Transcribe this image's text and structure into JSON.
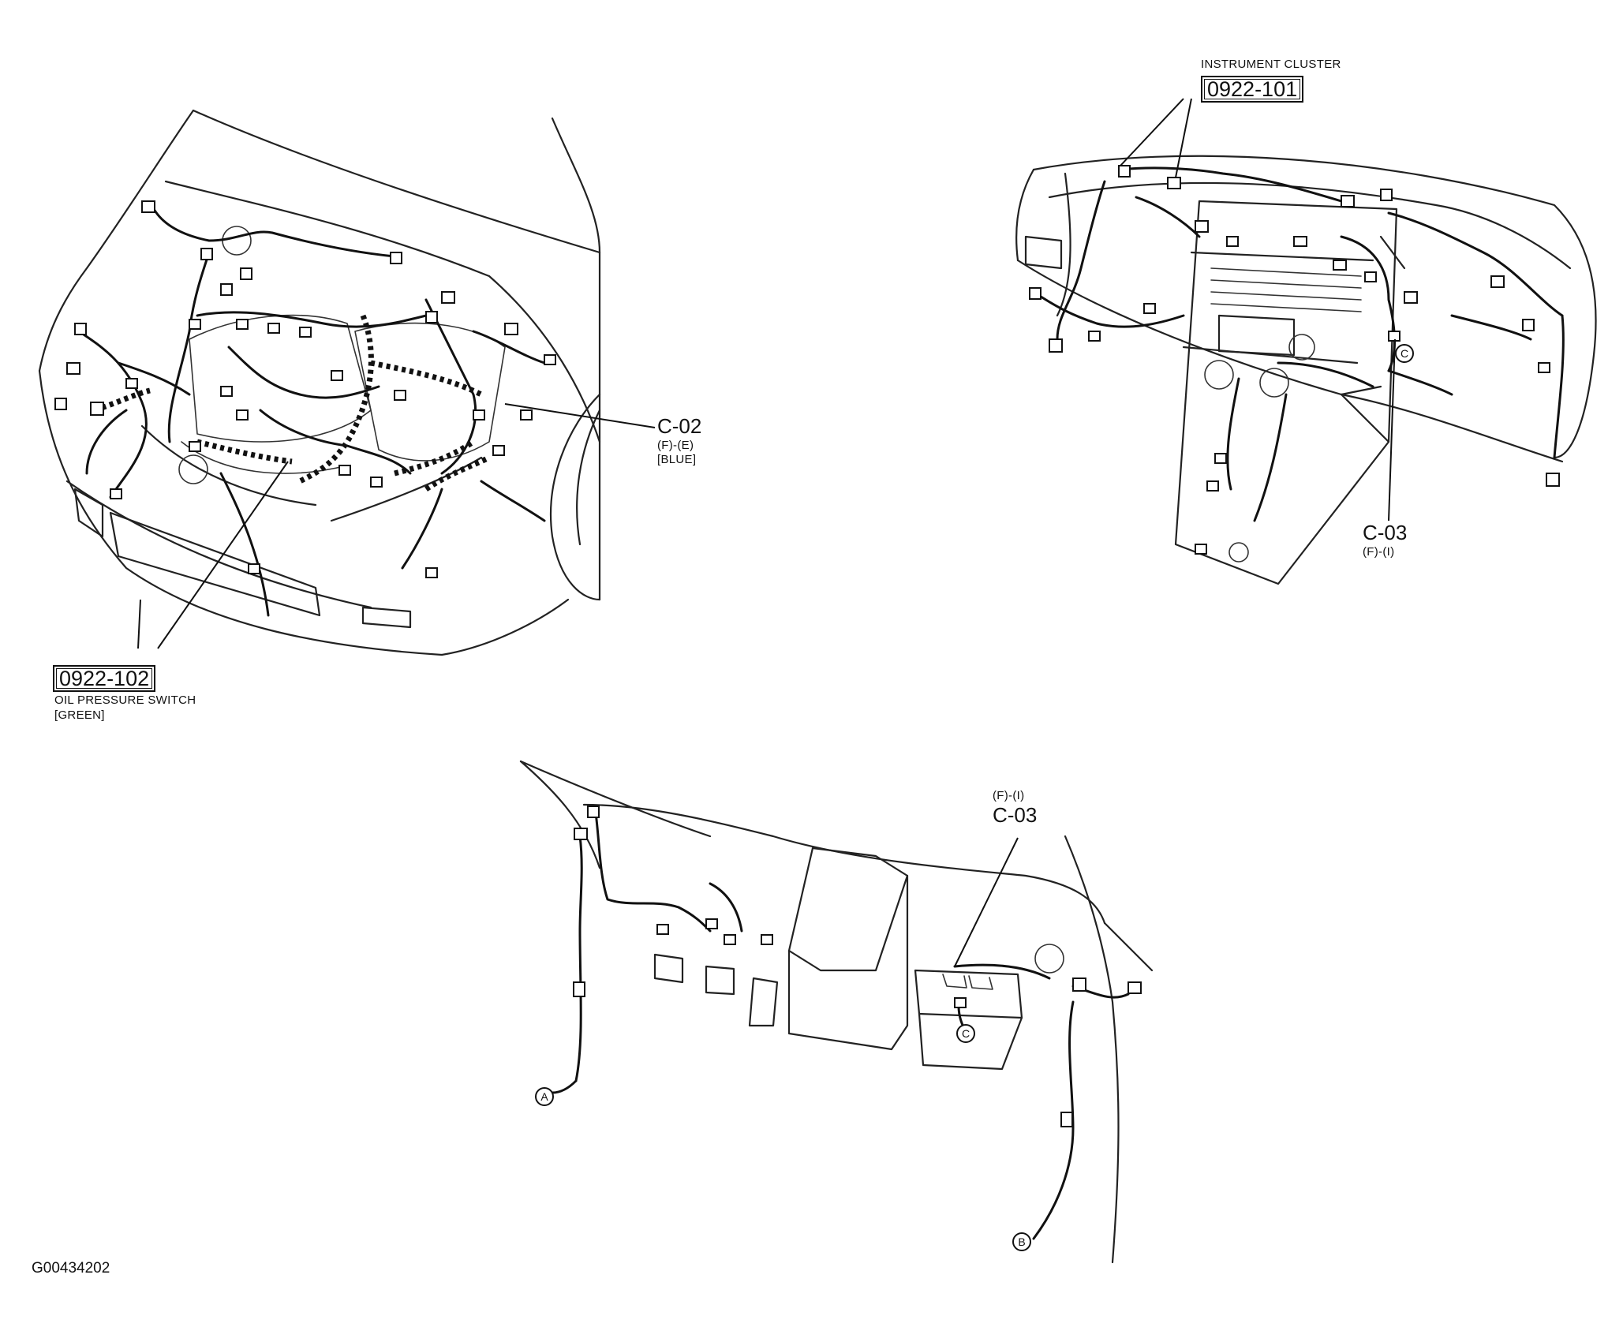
{
  "callouts": {
    "instrument_cluster": {
      "title": "INSTRUMENT CLUSTER",
      "code": "0922-101"
    },
    "oil_pressure_switch": {
      "code": "0922-102",
      "title": "OIL PRESSURE SWITCH",
      "color": "[GREEN]"
    },
    "c02": {
      "id": "C-02",
      "grid": "(F)-(E)",
      "color": "[BLUE]"
    },
    "c03_dash": {
      "id": "C-03",
      "grid": "(F)-(I)"
    },
    "c03_lower": {
      "grid": "(F)-(I)",
      "id": "C-03"
    }
  },
  "markers": {
    "a": "A",
    "b": "B",
    "c_dash": "C",
    "c_lower": "C"
  },
  "figure_id": "G00434202"
}
